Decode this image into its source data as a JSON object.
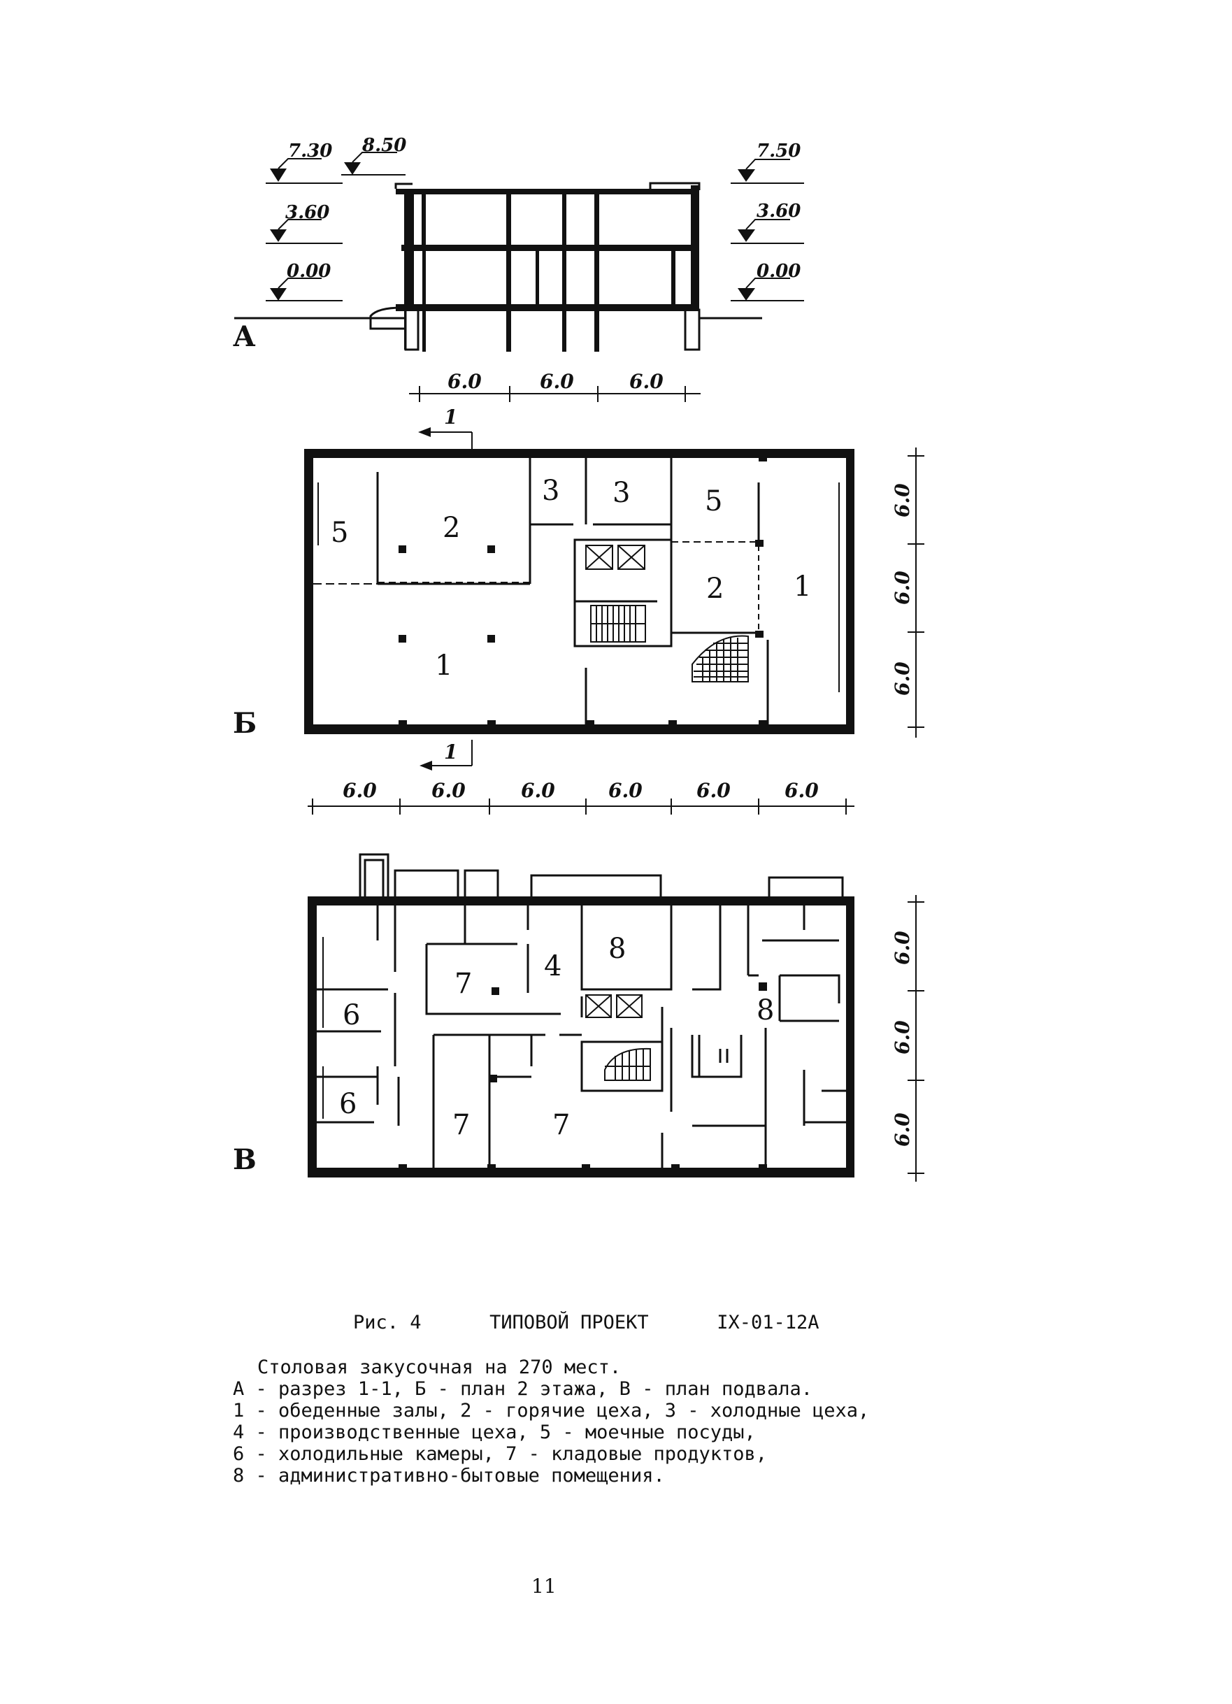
{
  "section_a": {
    "sheet_label": "А",
    "levels_left": [
      "7.30",
      "8.50",
      "3.60",
      "0.00"
    ],
    "levels_right": [
      "7.50",
      "3.60",
      "0.00"
    ],
    "bay_dims": [
      "6.0",
      "6.0",
      "6.0"
    ]
  },
  "plan_b": {
    "sheet_label": "Б",
    "section_mark": "1",
    "bay_dims_bottom": [
      "6.0",
      "6.0",
      "6.0",
      "6.0",
      "6.0",
      "6.0"
    ],
    "bay_dims_right": [
      "6.0",
      "6.0",
      "6.0"
    ],
    "room_numbers": [
      "5",
      "2",
      "3",
      "3",
      "5",
      "2",
      "1",
      "1"
    ]
  },
  "plan_c": {
    "sheet_label": "В",
    "bay_dims_right": [
      "6.0",
      "6.0",
      "6.0"
    ],
    "room_numbers": [
      "8",
      "7",
      "4",
      "8",
      "6",
      "6",
      "7",
      "7"
    ]
  },
  "caption": {
    "fig": "Рис. 4",
    "project": "ТИПОВОЙ ПРОЕКТ",
    "code": "IX-01-12А",
    "title": "Столовая закусочная на 270 мест.",
    "lines": [
      "А - разрез 1-1, Б - план 2 этажа, В - план подвала.",
      "1 - обеденные залы, 2 - горячие цеха, 3 - холодные цеха,",
      "4 - производственные цеха, 5 - моечные посуды,",
      "6 - холодильные камеры, 7 - кладовые продуктов,",
      "8 - административно-бытовые помещения."
    ]
  },
  "page_number": "11"
}
